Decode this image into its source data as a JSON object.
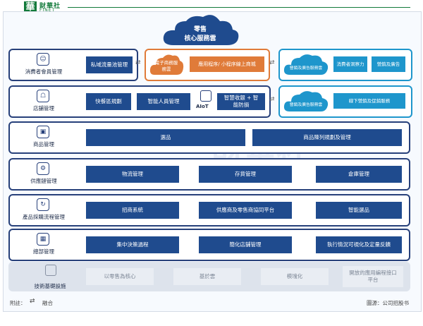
{
  "brand": {
    "logo_char": "華",
    "name_cn": "財華社",
    "name_en": "FINET"
  },
  "core_cloud": {
    "line1": "零售",
    "line2": "核心服務雲"
  },
  "rows": [
    {
      "label": "消費者會員管理",
      "icon": "user-icon"
    },
    {
      "label": "店舖管理",
      "icon": "store-icon"
    },
    {
      "label": "商品管理",
      "icon": "box-icon"
    },
    {
      "label": "供應鏈管理",
      "icon": "supply-icon"
    },
    {
      "label": "產品採購流程管理",
      "icon": "process-icon"
    },
    {
      "label": "總部管理",
      "icon": "hq-icon"
    }
  ],
  "consumer": {
    "private_traffic": "私域流量池管理",
    "ecommerce_cloud": "電子商務服務雲",
    "app_mall": "應用程序/ 小程序線上商城",
    "marketing_cloud": "營銷及廣告服務雲",
    "consumer_insight": "消費者洞察力",
    "marketing_ads": "營銷及廣告"
  },
  "store": {
    "fast_mall": "快餐區規劃",
    "smart_staff": "智能人員管理",
    "aiot": "AIoT",
    "smart_checkout": "智慧收銀 + 智能防損",
    "marketing_cloud": "營銷及廣告服務雲",
    "offline_marketing": "線下營銷及促銷服務"
  },
  "product": {
    "selection": "選品",
    "planning": "商品陳列規劃及管理"
  },
  "supply": {
    "logistics": "物流管理",
    "inventory": "存貨管理",
    "warehouse": "倉庫管理"
  },
  "procurement": {
    "recruit": "招商系統",
    "collab": "供應商及零售商協同平台",
    "smart_select": "智能選品"
  },
  "hq": {
    "decision": "集中決策過程",
    "simplify": "簡化店舖管理",
    "visual": "執行情況可視化及定量反饋"
  },
  "infra": {
    "label": "技術基礎設施",
    "retail_core": "以零售為核心",
    "base_cloud": "基於雲",
    "modular": "模塊化",
    "open_api": "開放的應用編程接口平台"
  },
  "footer": {
    "note_label": "附註：",
    "note_text": "融合",
    "source": "圖源：公司招股书"
  },
  "colors": {
    "navy": "#1f4b8e",
    "orange": "#e07b39",
    "cyan": "#1e96cc"
  }
}
